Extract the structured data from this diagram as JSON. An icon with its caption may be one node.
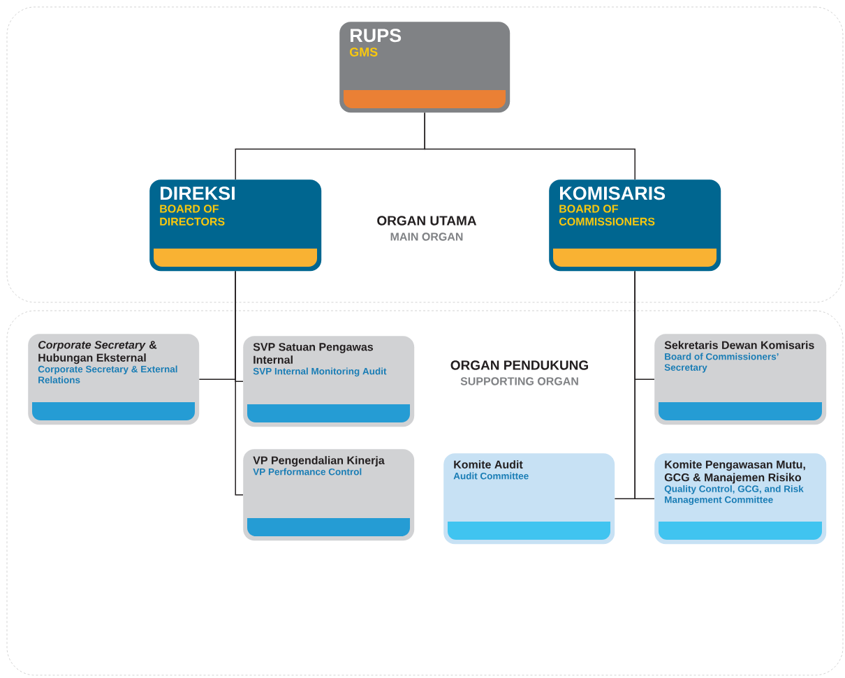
{
  "diagram": {
    "nodes": [
      {
        "text": [
          "ORGAN UTAMA",
          "MAIN ORGAN"
        ]
      },
      {
        "text": [
          "RUPS",
          "GMS"
        ],
        "in": 0
      },
      {
        "text": [
          "DIREKSI",
          "BOARD OF DIRECTORS"
        ],
        "in": 0
      },
      {
        "text": [
          "KOMISARIS",
          "BOARD OF COMMISSIONERS"
        ],
        "in": 0
      },
      {
        "text": [
          "ORGAN PENDUKUNG",
          "SUPPORTING ORGAN"
        ]
      },
      {
        "text": [
          "*Corporate Secretary* & Hubungan Eksternal",
          "Corporate Secretary & External Relations"
        ],
        "in": 4
      },
      {
        "text": [
          "SVP Satuan Pengawas Internal",
          "SVP Internal Monitoring Audit"
        ],
        "in": 4
      },
      {
        "text": [
          "VP Pengendalian Kinerja",
          "VP Performance Control"
        ],
        "in": 4
      },
      {
        "text": [
          "Komite Audit",
          "Audit Committee"
        ],
        "in": 4
      },
      {
        "text": [
          "Sekretaris Dewan Komisaris",
          "Board of Commissioners’ Secretary"
        ],
        "in": 4
      },
      {
        "text": [
          "Komite Pengawasan Mutu, GCG & Manajemen Risiko",
          "Quality Control, GCG, and Risk Management Committee"
        ],
        "in": 4
      }
    ],
    "edges": [
      {
        "from": 1,
        "to": 2,
        "arrow": "none"
      },
      {
        "from": 1,
        "to": 3,
        "arrow": "none"
      },
      {
        "from": 2,
        "to": 5,
        "arrow": "none"
      },
      {
        "from": 2,
        "to": 6,
        "arrow": "none"
      },
      {
        "from": 2,
        "to": 7,
        "arrow": "none"
      },
      {
        "from": 3,
        "to": 9,
        "arrow": "none"
      },
      {
        "from": 3,
        "to": 8,
        "arrow": "none"
      },
      {
        "from": 3,
        "to": 10,
        "arrow": "none"
      }
    ]
  }
}
